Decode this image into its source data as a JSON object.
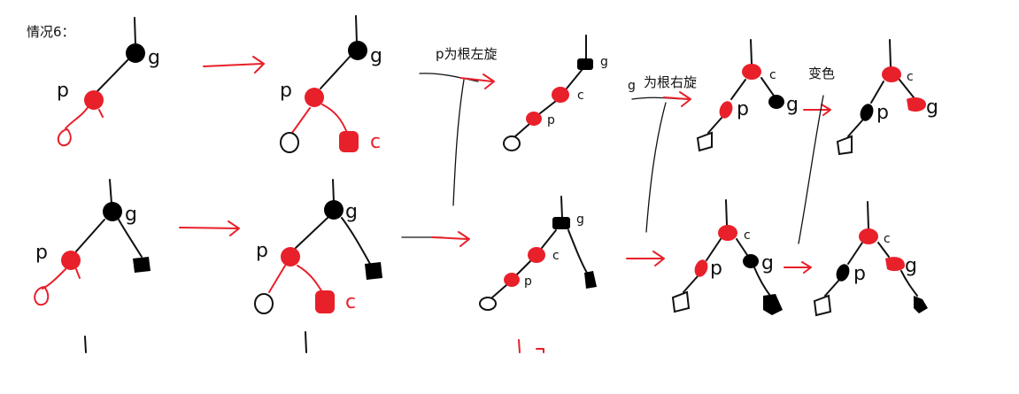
{
  "header": {
    "case_label": "情况6："
  },
  "captions": {
    "p_left_rotate": "p为根左旋",
    "g_right_rotate": "为根右旋",
    "recolor": "变色"
  },
  "node_labels": {
    "g": "g",
    "p": "p",
    "c": "c"
  },
  "colors": {
    "red_node": "#e8202a",
    "black_node": "#000000",
    "ink": "#111111"
  }
}
